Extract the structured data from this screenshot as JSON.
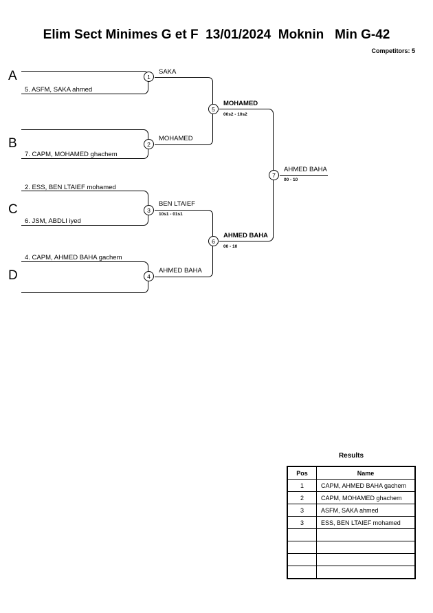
{
  "header": {
    "title": "Elim Sect Minimes G et F  13/01/2024  Moknin   Min G-42",
    "competitors": "Competitors: 5"
  },
  "bracket": {
    "groups": [
      {
        "letter": "A"
      },
      {
        "letter": "B"
      },
      {
        "letter": "C"
      },
      {
        "letter": "D"
      }
    ],
    "entries": [
      {
        "label": ""
      },
      {
        "label": "5. ASFM, SAKA ahmed"
      },
      {
        "label": ""
      },
      {
        "label": "7. CAPM, MOHAMED ghachem"
      },
      {
        "label": "2. ESS, BEN LTAIEF mohamed"
      },
      {
        "label": "6. JSM, ABDLI iyed"
      },
      {
        "label": "4. CAPM, AHMED BAHA gachem"
      },
      {
        "label": ""
      }
    ],
    "matches": [
      {
        "number": "1",
        "winner": "SAKA",
        "score": ""
      },
      {
        "number": "2",
        "winner": "MOHAMED",
        "score": ""
      },
      {
        "number": "3",
        "winner": "BEN LTAIEF",
        "score": "10s1 - 01s1"
      },
      {
        "number": "4",
        "winner": "AHMED BAHA",
        "score": ""
      },
      {
        "number": "5",
        "winner": "MOHAMED",
        "score": "00s2 - 10s2"
      },
      {
        "number": "6",
        "winner": "AHMED BAHA",
        "score": "00 - 10"
      },
      {
        "number": "7",
        "winner": "AHMED BAHA",
        "score": "00 - 10"
      }
    ]
  },
  "results": {
    "title": "Results",
    "columns": {
      "pos": "Pos",
      "name": "Name"
    },
    "rows": [
      {
        "pos": "1",
        "name": "CAPM, AHMED BAHA gachem"
      },
      {
        "pos": "2",
        "name": "CAPM, MOHAMED ghachem"
      },
      {
        "pos": "3",
        "name": "ASFM, SAKA ahmed"
      },
      {
        "pos": "3",
        "name": "ESS, BEN LTAIEF mohamed"
      },
      {
        "pos": "",
        "name": ""
      },
      {
        "pos": "",
        "name": ""
      },
      {
        "pos": "",
        "name": ""
      },
      {
        "pos": "",
        "name": ""
      }
    ]
  }
}
